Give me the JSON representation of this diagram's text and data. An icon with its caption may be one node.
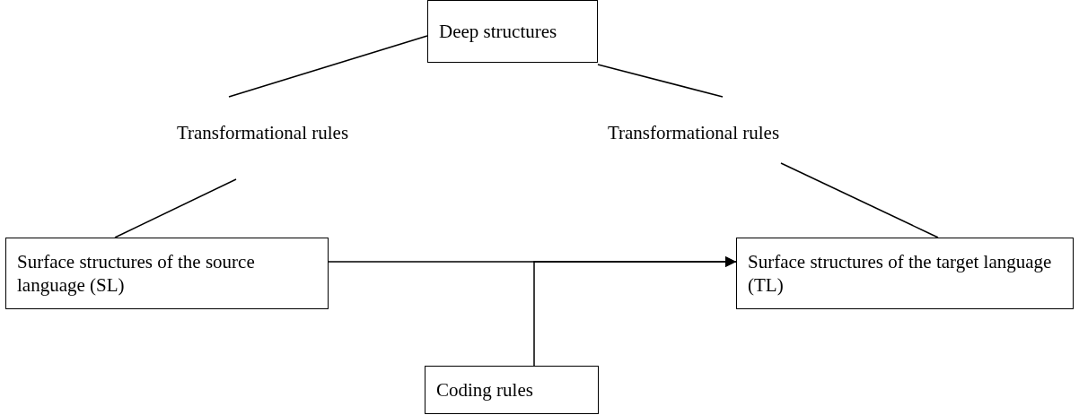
{
  "diagram": {
    "nodes": [
      {
        "text": [
          "Deep structures"
        ]
      },
      {
        "text": [
          "Transformational rules"
        ]
      },
      {
        "text": [
          "Transformational rules"
        ]
      },
      {
        "text": [
          "Surface structures of the source language (SL)"
        ]
      },
      {
        "text": [
          "Surface structures of the target language (TL)"
        ]
      },
      {
        "text": [
          "Coding rules"
        ]
      }
    ],
    "edges": [
      {
        "from": 0,
        "to": 1,
        "arrow": "none"
      },
      {
        "from": 1,
        "to": 3,
        "arrow": "none"
      },
      {
        "from": 0,
        "to": 2,
        "arrow": "none"
      },
      {
        "from": 2,
        "to": 4,
        "arrow": "none"
      },
      {
        "from": 3,
        "to": 4,
        "arrow": "to"
      },
      {
        "from": 5,
        "to": 4,
        "arrow": "to"
      }
    ]
  }
}
